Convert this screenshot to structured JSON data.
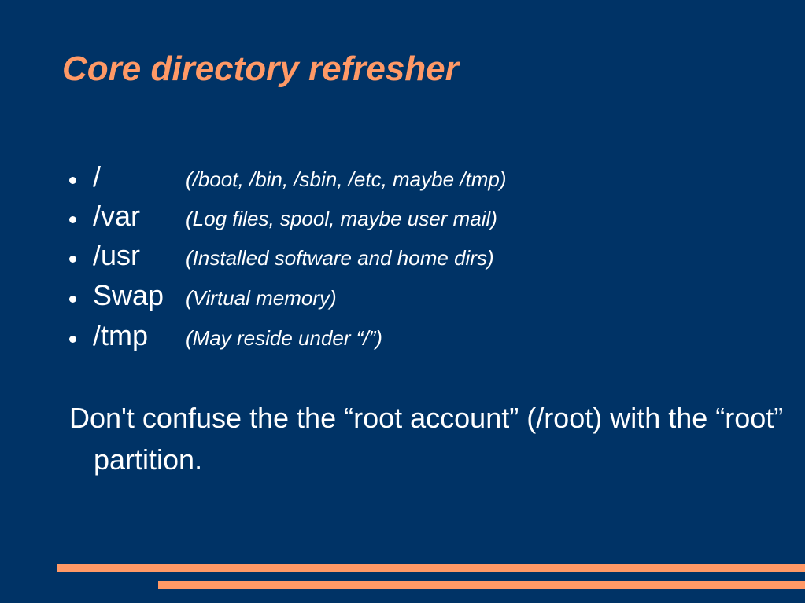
{
  "slide": {
    "title": "Core directory refresher",
    "bullets": [
      {
        "dir": "/",
        "desc": "(/boot, /bin, /sbin, /etc, maybe /tmp)"
      },
      {
        "dir": "/var",
        "desc": "(Log files, spool, maybe user mail)"
      },
      {
        "dir": "/usr",
        "desc": "(Installed software and home dirs)"
      },
      {
        "dir": "Swap",
        "desc": "(Virtual memory)"
      },
      {
        "dir": "/tmp",
        "desc": "(May reside under “/”)"
      }
    ],
    "note": "Don't confuse the the “root account” (/root) with the “root” partition."
  },
  "colors": {
    "background": "#003366",
    "accent": "#FF9966",
    "text": "#FFFFFF"
  }
}
